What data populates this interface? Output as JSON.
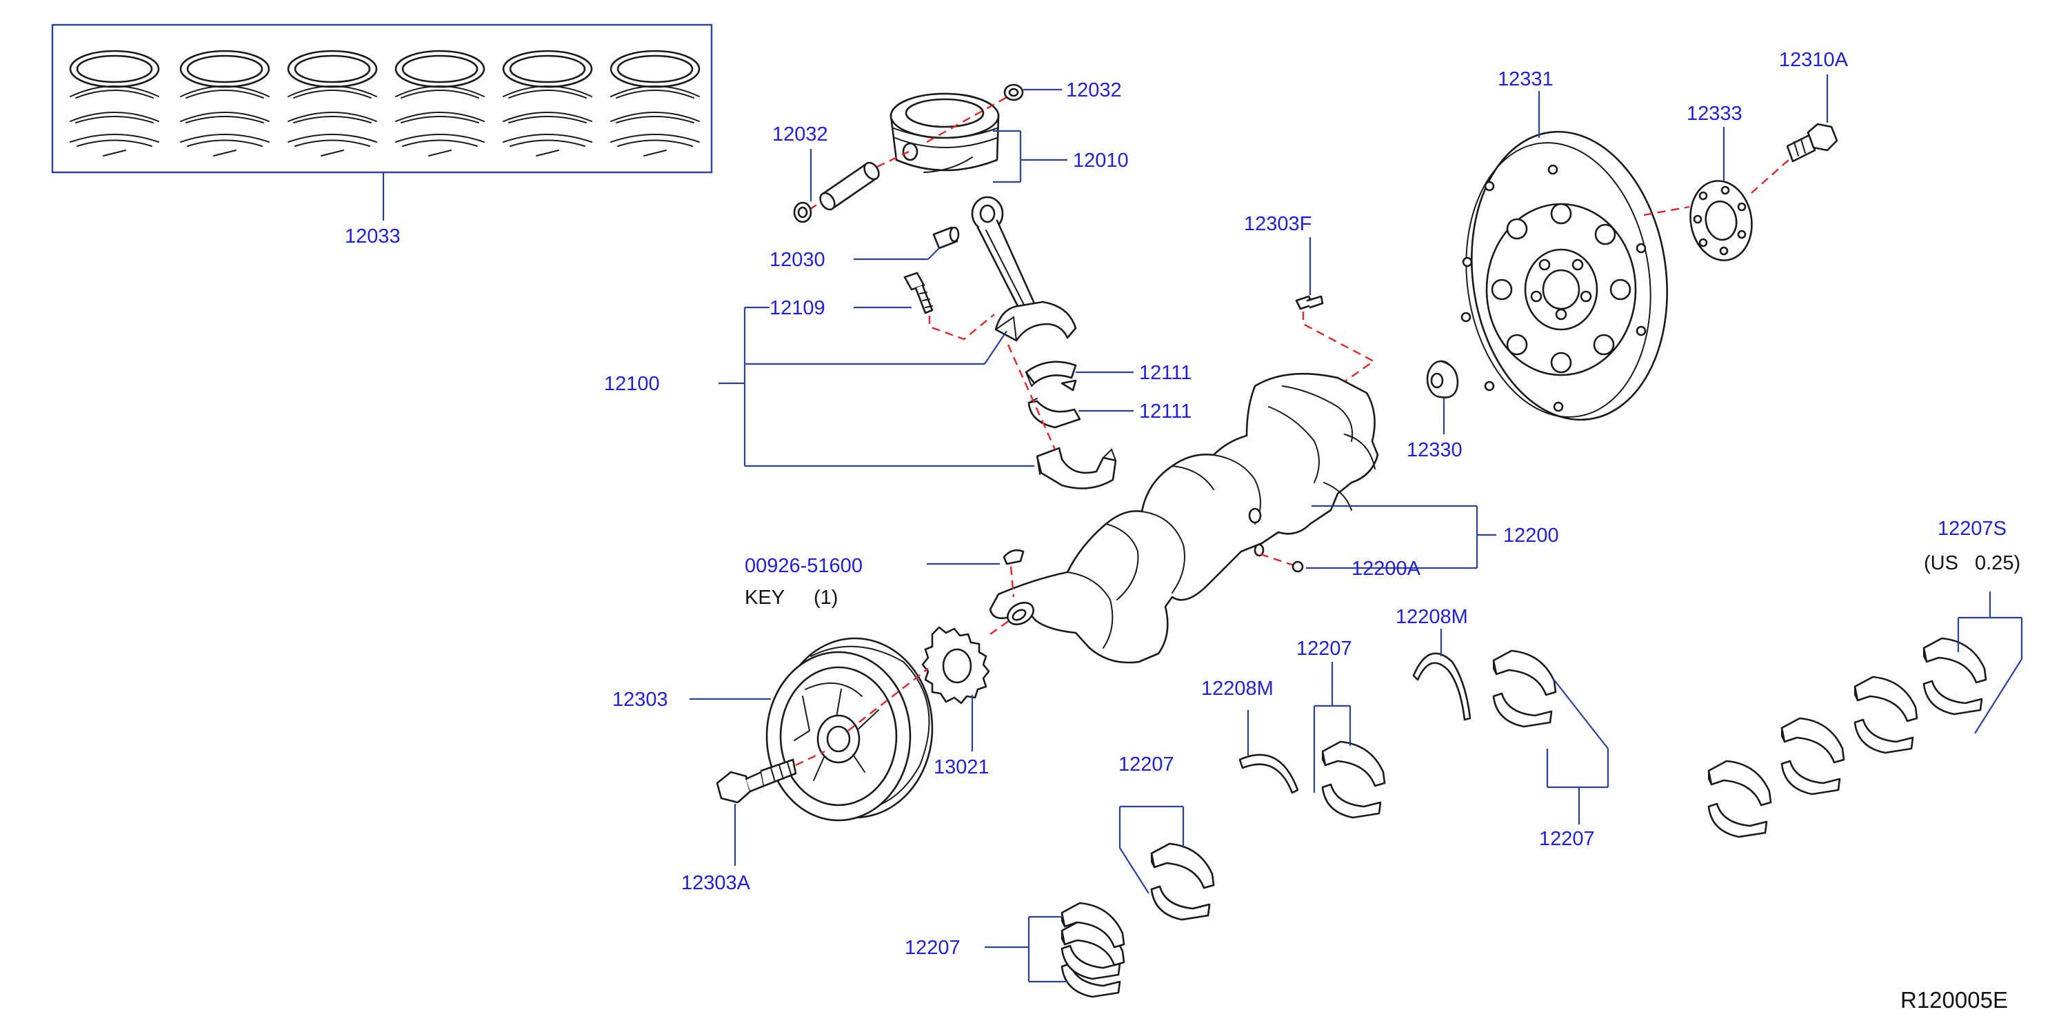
{
  "diagram": {
    "labels": {
      "rings_set": "12033",
      "snap_ring_top": "12032",
      "snap_ring_left": "12032",
      "piston": "12010",
      "pin_bushing": "12030",
      "rod_bolt": "12109",
      "conrod_assembly": "12100",
      "rod_bearing_upper": "12111",
      "rod_bearing_lower": "12111",
      "sensor_plate_bolt": "12303F",
      "flywheel": "12331",
      "reinforce_plate": "12333",
      "flywheel_bolt": "12310A",
      "pilot_bushing": "12330",
      "crankshaft": "12200",
      "crank_plug": "12200A",
      "woodruff_key_part": "00926-51600",
      "woodruff_key_name": "KEY",
      "woodruff_key_qty": "(1)",
      "pulley": "12303",
      "pulley_bolt": "12303A",
      "sprocket": "13021",
      "thrust_washer_left": "12208M",
      "thrust_washer_right": "12208M",
      "main_bearing_a": "12207",
      "main_bearing_b": "12207",
      "main_bearing_c": "12207",
      "main_bearing_d": "12207",
      "undersize_set": "12207S",
      "undersize_note_prefix": "(US",
      "undersize_note_value": "0.25)",
      "figure_reference": "R120005E"
    },
    "colors": {
      "label_text": "#1f1fd6",
      "leader_line": "#2a3fa0",
      "centerline_dashed": "#e0242a",
      "part_outline": "#1a1a1a"
    }
  }
}
